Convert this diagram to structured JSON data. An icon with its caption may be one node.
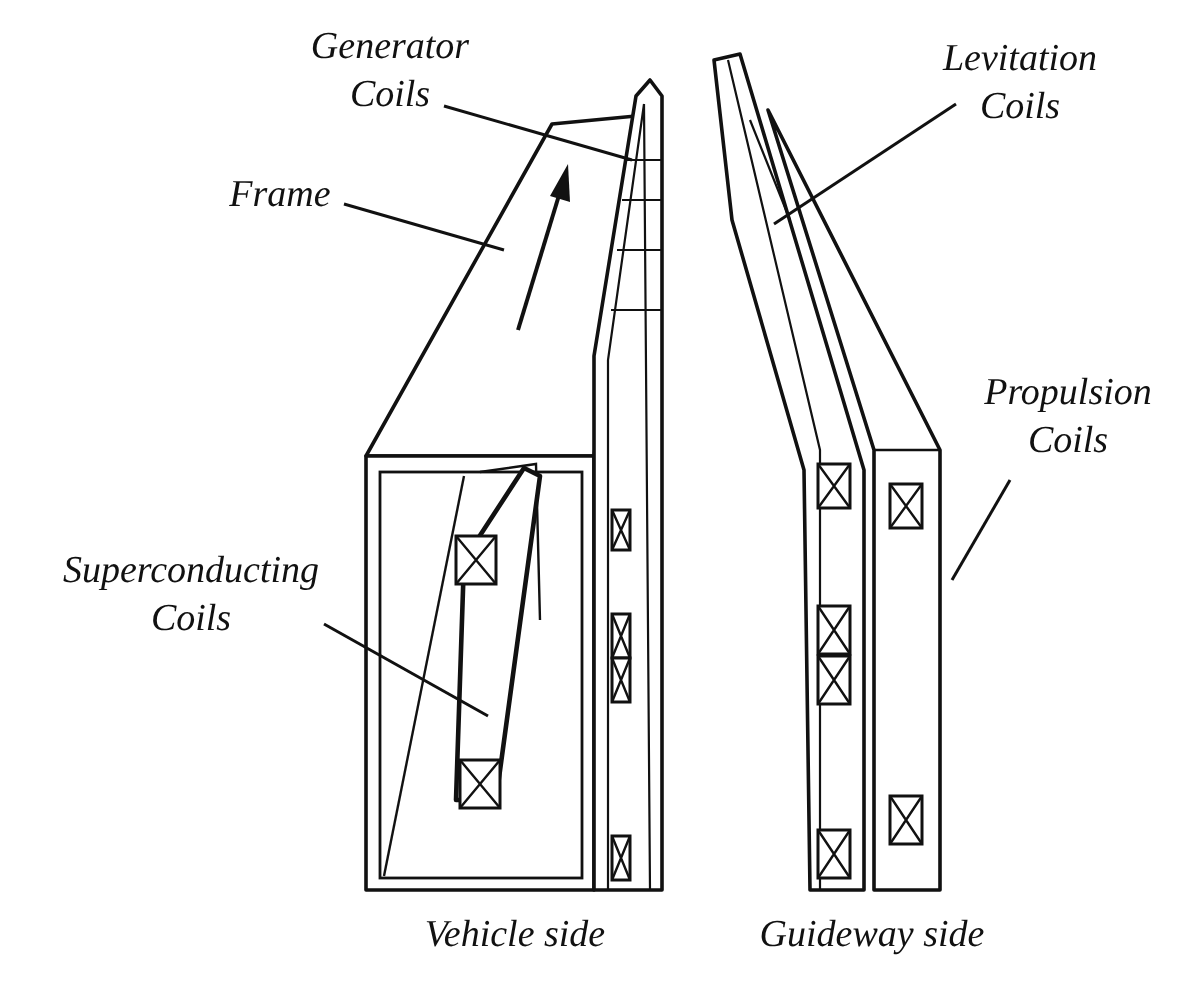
{
  "diagram": {
    "nodes": [
      {
        "text": [
          "Generator Coils"
        ]
      },
      {
        "text": [
          "Frame"
        ]
      },
      {
        "text": [
          "Levitation Coils"
        ]
      },
      {
        "text": [
          "Propulsion Coils"
        ]
      },
      {
        "text": [
          "Superconducting Coils"
        ]
      },
      {
        "text": [],
        "shape": "box"
      },
      {
        "text": [],
        "shape": "box"
      },
      {
        "text": [],
        "shape": "box"
      },
      {
        "text": [],
        "shape": "box"
      },
      {
        "text": [],
        "shape": "bar",
        "in": 6
      }
    ],
    "edges": [
      {
        "from": 0,
        "to": 5,
        "arrow": "none"
      },
      {
        "from": 1,
        "to": 6,
        "arrow": "none"
      },
      {
        "from": 2,
        "to": 7,
        "arrow": "none"
      },
      {
        "from": 3,
        "to": 8,
        "arrow": "none"
      },
      {
        "from": 4,
        "to": 9,
        "arrow": "none"
      }
    ],
    "labels": [
      "Vehicle side",
      "Guideway side"
    ]
  }
}
